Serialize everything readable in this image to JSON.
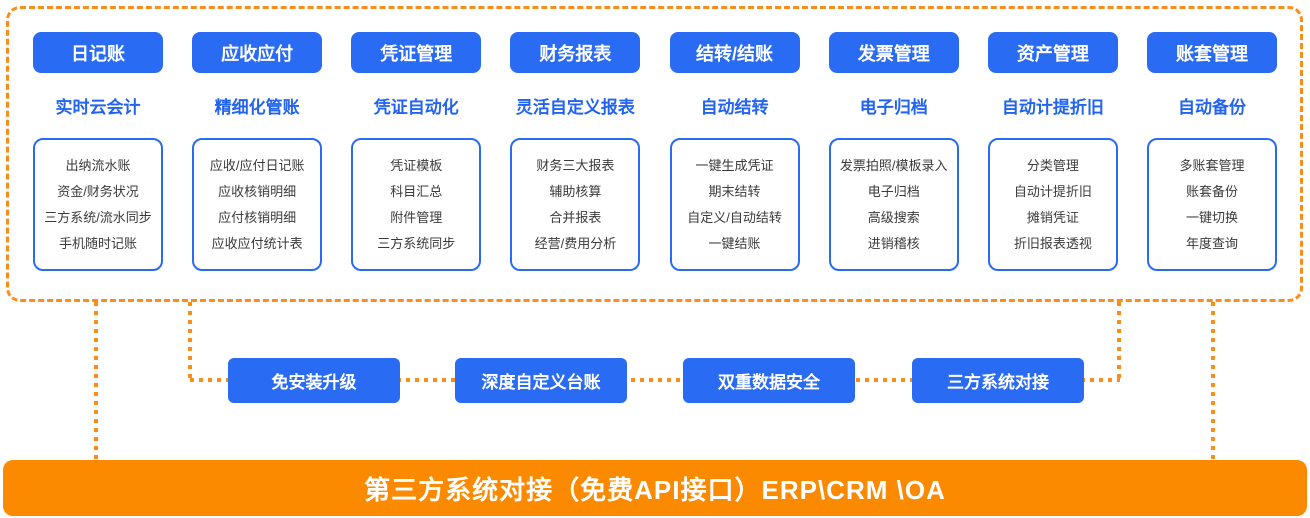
{
  "colors": {
    "accent_blue": "#2A6BF4",
    "accent_orange": "#FA8D1C",
    "banner_orange": "#FB8A00",
    "card_text": "#3a3a3a"
  },
  "columns": [
    {
      "title": "日记账",
      "subtitle": "实时云会计",
      "items": [
        "出纳流水账",
        "资金/财务状况",
        "三方系统/流水同步",
        "手机随时记账"
      ]
    },
    {
      "title": "应收应付",
      "subtitle": "精细化管账",
      "items": [
        "应收/应付日记账",
        "应收核销明细",
        "应付核销明细",
        "应收应付统计表"
      ]
    },
    {
      "title": "凭证管理",
      "subtitle": "凭证自动化",
      "items": [
        "凭证模板",
        "科目汇总",
        "附件管理",
        "三方系统同步"
      ]
    },
    {
      "title": "财务报表",
      "subtitle": "灵活自定义报表",
      "items": [
        "财务三大报表",
        "辅助核算",
        "合并报表",
        "经营/费用分析"
      ]
    },
    {
      "title": "结转/结账",
      "subtitle": "自动结转",
      "items": [
        "一键生成凭证",
        "期末结转",
        "自定义/自动结转",
        "一键结账"
      ]
    },
    {
      "title": "发票管理",
      "subtitle": "电子归档",
      "items": [
        "发票拍照/模板录入",
        "电子归档",
        "高级搜索",
        "进销稽核"
      ]
    },
    {
      "title": "资产管理",
      "subtitle": "自动计提折旧",
      "items": [
        "分类管理",
        "自动计提折旧",
        "摊销凭证",
        "折旧报表透视"
      ]
    },
    {
      "title": "账套管理",
      "subtitle": "自动备份",
      "items": [
        "多账套管理",
        "账套备份",
        "一键切换",
        "年度查询"
      ]
    }
  ],
  "middle_buttons": [
    "免安装升级",
    "深度自定义台账",
    "双重数据安全",
    "三方系统对接"
  ],
  "banner": {
    "text": "第三方系统对接（免费API接口）ERP\\CRM \\OA"
  }
}
